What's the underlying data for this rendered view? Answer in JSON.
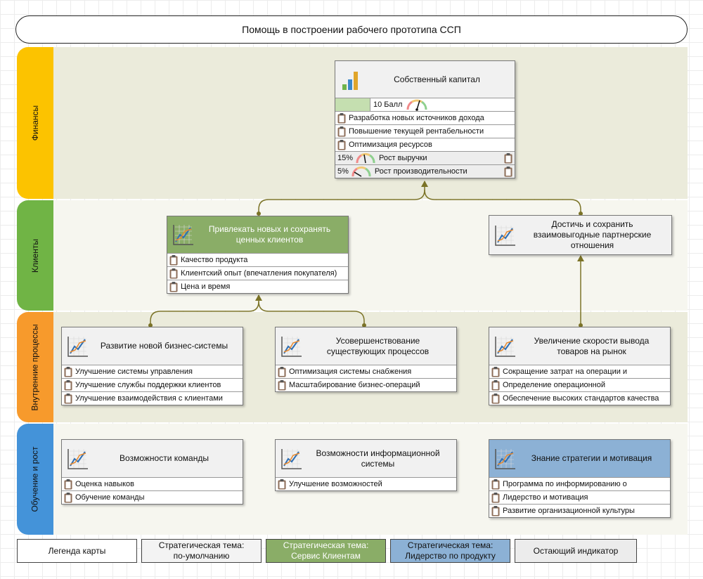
{
  "title": "Помощь в построении рабочего прототипа ССП",
  "colors": {
    "finance": "#fcc300",
    "clients": "#70b445",
    "processes": "#f79a2c",
    "learning": "#4493d9",
    "band_a": "#ebebdb",
    "band_b": "#f6f6ef",
    "green_header": "#8aad67",
    "blue_header": "#8cb1d5",
    "connector": "#7b7327",
    "gray_header": "#f1f1f1"
  },
  "perspectives": [
    {
      "label": "Финансы"
    },
    {
      "label": "Клиенты"
    },
    {
      "label": "Внутренние процессы"
    },
    {
      "label": "Обучение и рост"
    }
  ],
  "objectives": {
    "equity": {
      "title": "Собственный капитал",
      "icon": "bar-chart-icon",
      "score": "10 Балл",
      "items": [
        "Разработка новых источников дохода",
        "Повышение текущей рентабельности",
        "Оптимизация ресурсов"
      ],
      "kpis": [
        {
          "pct": "15%",
          "label": "Рост выручки"
        },
        {
          "pct": "5%",
          "label": "Рост производительности"
        }
      ]
    },
    "attract": {
      "title": "Привлекать новых и сохранять ценных клиентов",
      "items": [
        "Качество продукта",
        "Клиентский опыт (впечатления покупателя)",
        "Цена и время"
      ]
    },
    "partner": {
      "title": "Достичь и сохранить взаимовыгодные партнерские отношения",
      "items": []
    },
    "newbiz": {
      "title": "Развитие новой бизнес-системы",
      "items": [
        "Улучшение системы управления",
        "Улучшение службы поддержки клиентов",
        "Улучшение взаимодействия с клиентами"
      ]
    },
    "improve": {
      "title": "Усовершенствование существующих процессов",
      "items": [
        "Оптимизация системы снабжения",
        "Масштабирование бизнес-операций"
      ]
    },
    "speed": {
      "title": "Увеличение скорости вывода товаров на рынок",
      "items": [
        "Сокращение затрат на операции и",
        "Определение операционной",
        "Обеспечение высоких стандартов качества"
      ]
    },
    "team": {
      "title": "Возможности команды",
      "items": [
        "Оценка навыков",
        "Обучение команды"
      ]
    },
    "infosys": {
      "title": "Возможности информационной системы",
      "items": [
        "Улучшение возможностей"
      ]
    },
    "strategy": {
      "title": "Знание стратегии и мотивация",
      "items": [
        "Программа по информированию о",
        "Лидерство и мотивация",
        "Развитие организационной культуры"
      ]
    }
  },
  "legend": [
    {
      "label": "Легенда карты"
    },
    {
      "label": "Стратегическая тема: по-умолчанию"
    },
    {
      "label": "Стратегическая тема: Сервис Клиентам"
    },
    {
      "label": "Стратегическая тема: Лидерство по продукту"
    },
    {
      "label": "Остающий индикатор"
    }
  ]
}
